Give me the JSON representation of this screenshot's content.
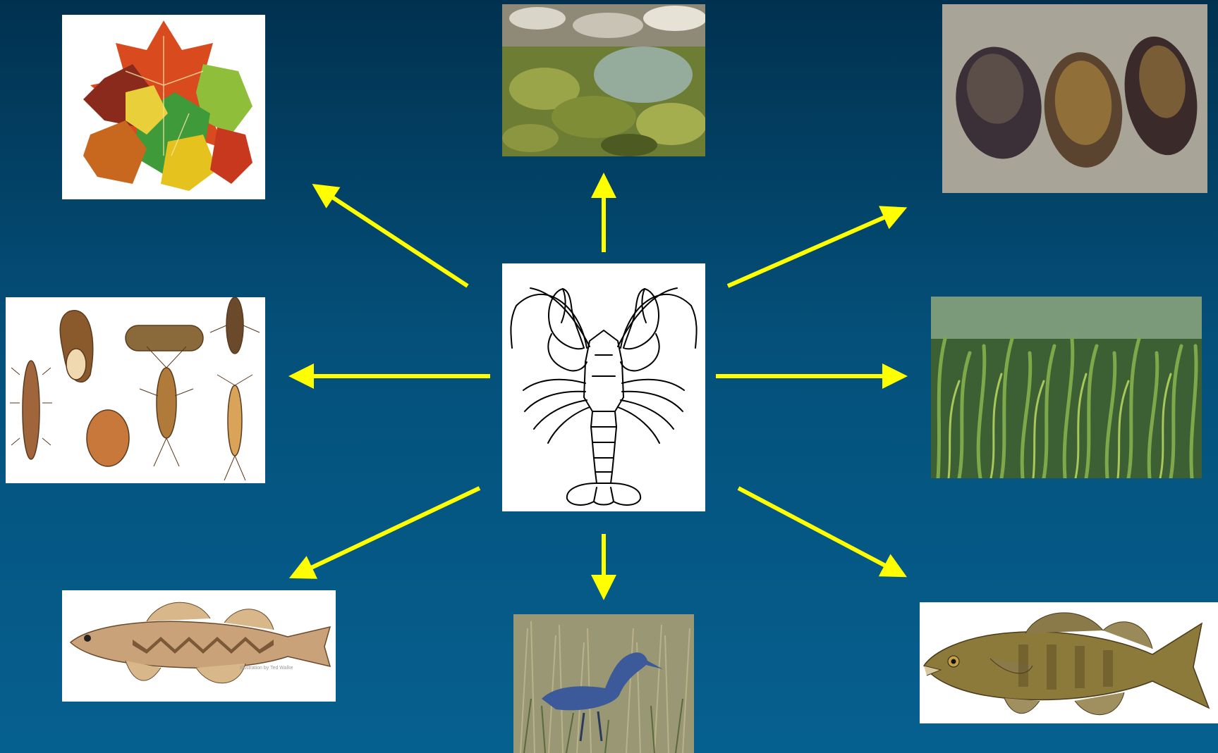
{
  "diagram": {
    "center": {
      "subject": "crayfish",
      "icon": "crayfish-line-drawing"
    },
    "nodes": [
      {
        "id": "leaves",
        "icon": "autumn-leaves-photo"
      },
      {
        "id": "algae-stream",
        "icon": "algae-covered-rocks-photo"
      },
      {
        "id": "mussels",
        "icon": "freshwater-mussels-photo"
      },
      {
        "id": "invertebrates",
        "icon": "aquatic-invertebrates-illustration"
      },
      {
        "id": "aquatic-plants",
        "icon": "submerged-grass-photo"
      },
      {
        "id": "darter",
        "icon": "darter-fish-illustration"
      },
      {
        "id": "heron",
        "icon": "little-blue-heron-photo"
      },
      {
        "id": "bass",
        "icon": "smallmouth-bass-photo"
      }
    ],
    "arrow_color": "#ffff00",
    "background_color": "#03446a",
    "illustration_credit": "Illustration by Ted Walke"
  }
}
